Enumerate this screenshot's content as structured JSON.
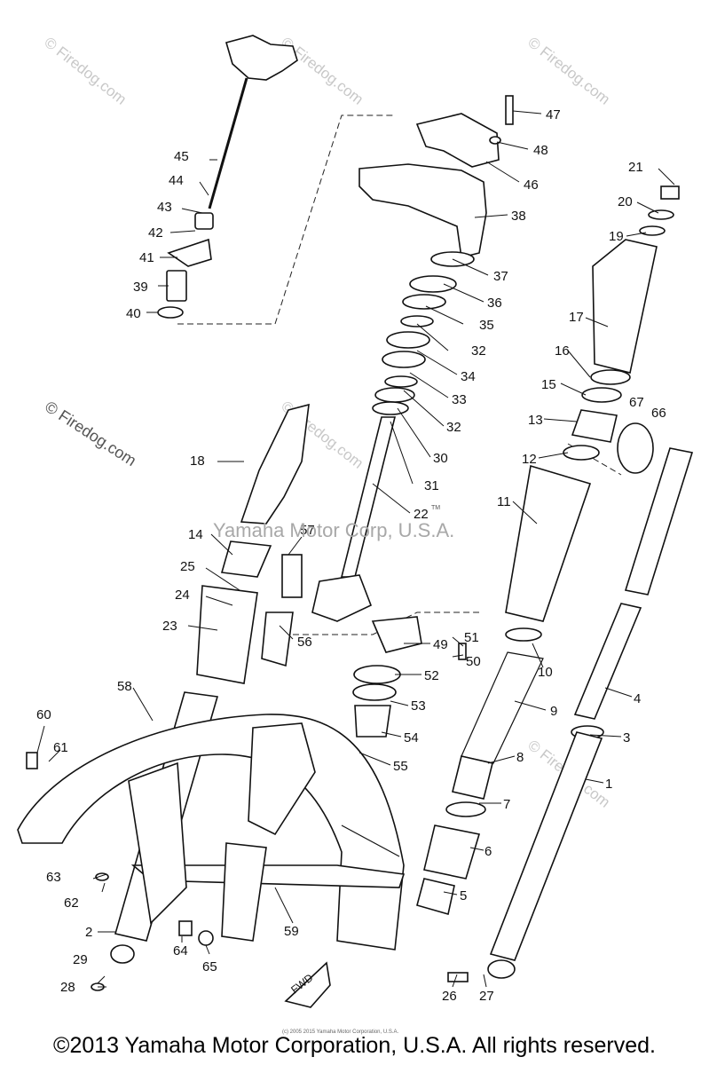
{
  "watermarks": {
    "tile_text": "© Firedog.com",
    "left_mark": "© Firedog.com",
    "center_text": "Yamaha Motor Corp, U.S.A.",
    "center_tm": "TM"
  },
  "fine_print": "(c) 2005 2015 Yamaha Motor Corporation, U.S.A.",
  "copyright": "©2013 Yamaha Motor Corporation, U.S.A. All rights reserved.",
  "fwd_label": "FWD",
  "part_numbers": {
    "p1": "1",
    "p2": "2",
    "p3": "3",
    "p4": "4",
    "p5": "5",
    "p6": "6",
    "p7": "7",
    "p8": "8",
    "p9": "9",
    "p10": "10",
    "p11": "11",
    "p12": "12",
    "p13": "13",
    "p14": "14",
    "p15": "15",
    "p16": "16",
    "p17": "17",
    "p18": "18",
    "p19": "19",
    "p20": "20",
    "p21": "21",
    "p22": "22",
    "p23": "23",
    "p24": "24",
    "p25": "25",
    "p26": "26",
    "p27": "27",
    "p28": "28",
    "p29": "29",
    "p30": "30",
    "p31": "31",
    "p32a": "32",
    "p32b": "32",
    "p33": "33",
    "p34": "34",
    "p35": "35",
    "p36": "36",
    "p37": "37",
    "p38": "38",
    "p39": "39",
    "p40": "40",
    "p41": "41",
    "p42": "42",
    "p43": "43",
    "p44": "44",
    "p45": "45",
    "p46": "46",
    "p47": "47",
    "p48": "48",
    "p49": "49",
    "p50": "50",
    "p51": "51",
    "p52": "52",
    "p53": "53",
    "p54": "54",
    "p55": "55",
    "p56": "56",
    "p57": "57",
    "p58": "58",
    "p59": "59",
    "p60": "60",
    "p61": "61",
    "p62": "62",
    "p63": "63",
    "p64": "64",
    "p65": "65",
    "p66": "66",
    "p67": "67"
  }
}
